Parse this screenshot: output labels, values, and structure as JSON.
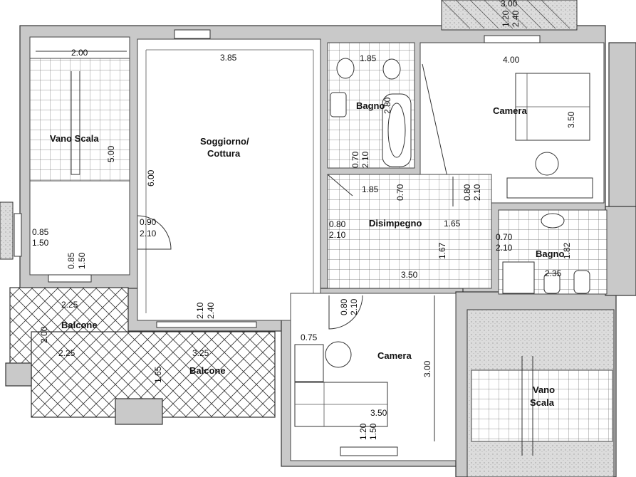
{
  "rooms": {
    "vano_scala_left": "Vano Scala",
    "soggiorno_line1": "Soggiorno/",
    "soggiorno_line2": "Cottura",
    "bagno_top": "Bagno",
    "camera_top": "Camera",
    "disimpegno": "Disimpegno",
    "bagno_small": "Bagno",
    "balcone_left": "Balcone",
    "balcone_center": "Balcone",
    "camera_bottom": "Camera",
    "vano_scala_right_line1": "Vano",
    "vano_scala_right_line2": "Scala"
  },
  "dims": {
    "stair_w": "2.00",
    "stair_h": "5.00",
    "soggiorno_w": "3.85",
    "soggiorno_h": "6.00",
    "bagno_w": "1.85",
    "bagno_h": "2.80",
    "camera_w": "4.00",
    "camera_h": "3.50",
    "top_stair_w": "3.00",
    "top_stair_a": "1.20",
    "top_stair_b": "2.40",
    "door_bagno_a": "0.70",
    "door_bagno_b": "2.10",
    "disimp_top_w": "1.85",
    "disimp_top_h": "0.70",
    "door_camera_a": "0.80",
    "door_camera_b": "2.10",
    "door_disimp_a": "0.80",
    "door_disimp_b": "2.10",
    "disimp_w": "1.65",
    "disimp_h": "1.67",
    "disimp_len": "3.50",
    "door_bagno2_a": "0.70",
    "door_bagno2_b": "2.10",
    "bagno2_h": "1.82",
    "bagno2_w": "2.35",
    "door_sogg_a": "0.90",
    "door_sogg_b": "2.10",
    "win_left_a": "0.85",
    "win_left_b": "1.50",
    "win_stair_a": "0.85",
    "win_stair_b": "1.50",
    "balcone_w1": "2.25",
    "balcone_h": "2.00",
    "balcone_w2": "2.25",
    "win_sogg_a": "2.10",
    "win_sogg_b": "2.40",
    "balcone_c_w": "3.25",
    "balcone_c_h": "1.65",
    "door_cam2_a": "0.80",
    "door_cam2_b": "2.10",
    "desk_w": "0.75",
    "camera2_h": "3.00",
    "camera2_w": "3.50",
    "win_cam2_a": "1.20",
    "win_cam2_b": "1.50"
  }
}
